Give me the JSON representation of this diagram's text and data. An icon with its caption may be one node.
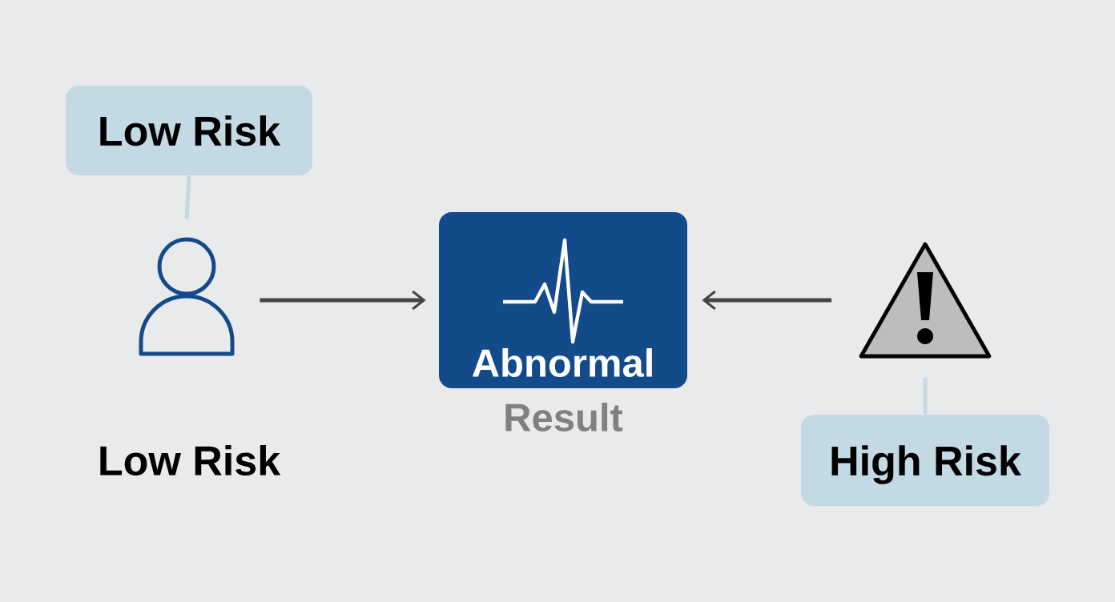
{
  "diagram": {
    "nodes": [
      {
        "text": [
          "Low Risk"
        ]
      },
      {
        "text": [],
        "shape": "person"
      },
      {
        "text": [
          "Abnormal"
        ],
        "beside": [
          "Result"
        ]
      },
      {
        "text": [],
        "shape": "picture"
      },
      {
        "text": [
          "High Risk"
        ]
      }
    ],
    "edges": [
      {
        "from": 0,
        "to": 1,
        "arrow": "none",
        "color": "#c3d9e3"
      },
      {
        "from": 1,
        "to": 2,
        "arrow": "to",
        "color": "#444444"
      },
      {
        "from": 3,
        "to": 2,
        "arrow": "to",
        "color": "#444444"
      },
      {
        "from": 4,
        "to": 3,
        "arrow": "none",
        "color": "#c3d9e3"
      }
    ],
    "labels": [
      "Low Risk"
    ]
  }
}
